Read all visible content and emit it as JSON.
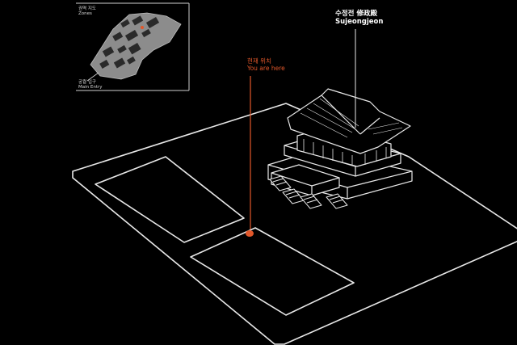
{
  "inset_map": {
    "zones_ko": "권역 지도",
    "zones_en": "Zones",
    "entry_ko": "궁궐 입구",
    "entry_en": "Main Entry"
  },
  "you_are_here": {
    "ko": "현재 위치",
    "en": "You are here",
    "color": "#e2572a"
  },
  "building": {
    "ko": "수정전",
    "hanja": "修政殿",
    "en": "Sujeongjeon"
  },
  "colors": {
    "background": "#000000",
    "lines": "#e8e8e8",
    "accent": "#e2572a"
  }
}
